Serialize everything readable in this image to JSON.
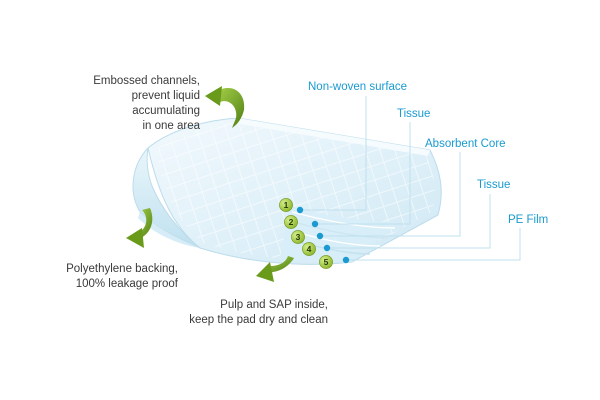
{
  "callouts": {
    "embossed": {
      "line1": "Embossed channels,",
      "line2": "prevent liquid accumulating",
      "line3": "in one area"
    },
    "backing": {
      "line1": "Polyethylene backing,",
      "line2": "100% leakage proof"
    },
    "pulp": {
      "line1": "Pulp and SAP inside,",
      "line2": "keep the pad dry and clean"
    }
  },
  "layers": [
    {
      "number": "1",
      "label": "Non-woven surface"
    },
    {
      "number": "2",
      "label": "Tissue"
    },
    {
      "number": "3",
      "label": "Absorbent Core"
    },
    {
      "number": "4",
      "label": "Tissue"
    },
    {
      "number": "5",
      "label": "PE Film"
    }
  ],
  "colors": {
    "accent_blue": "#1a9ad0",
    "arrow_green": "#6a9a1a",
    "badge_green": "#9cc53a",
    "pad_fill": "#e3f2f9",
    "pad_edge": "#b9dcec",
    "text_dark": "#3a3a3a"
  },
  "icons": {
    "curved_arrow": "curved-arrow-icon",
    "layer_dot": "dot-icon"
  }
}
